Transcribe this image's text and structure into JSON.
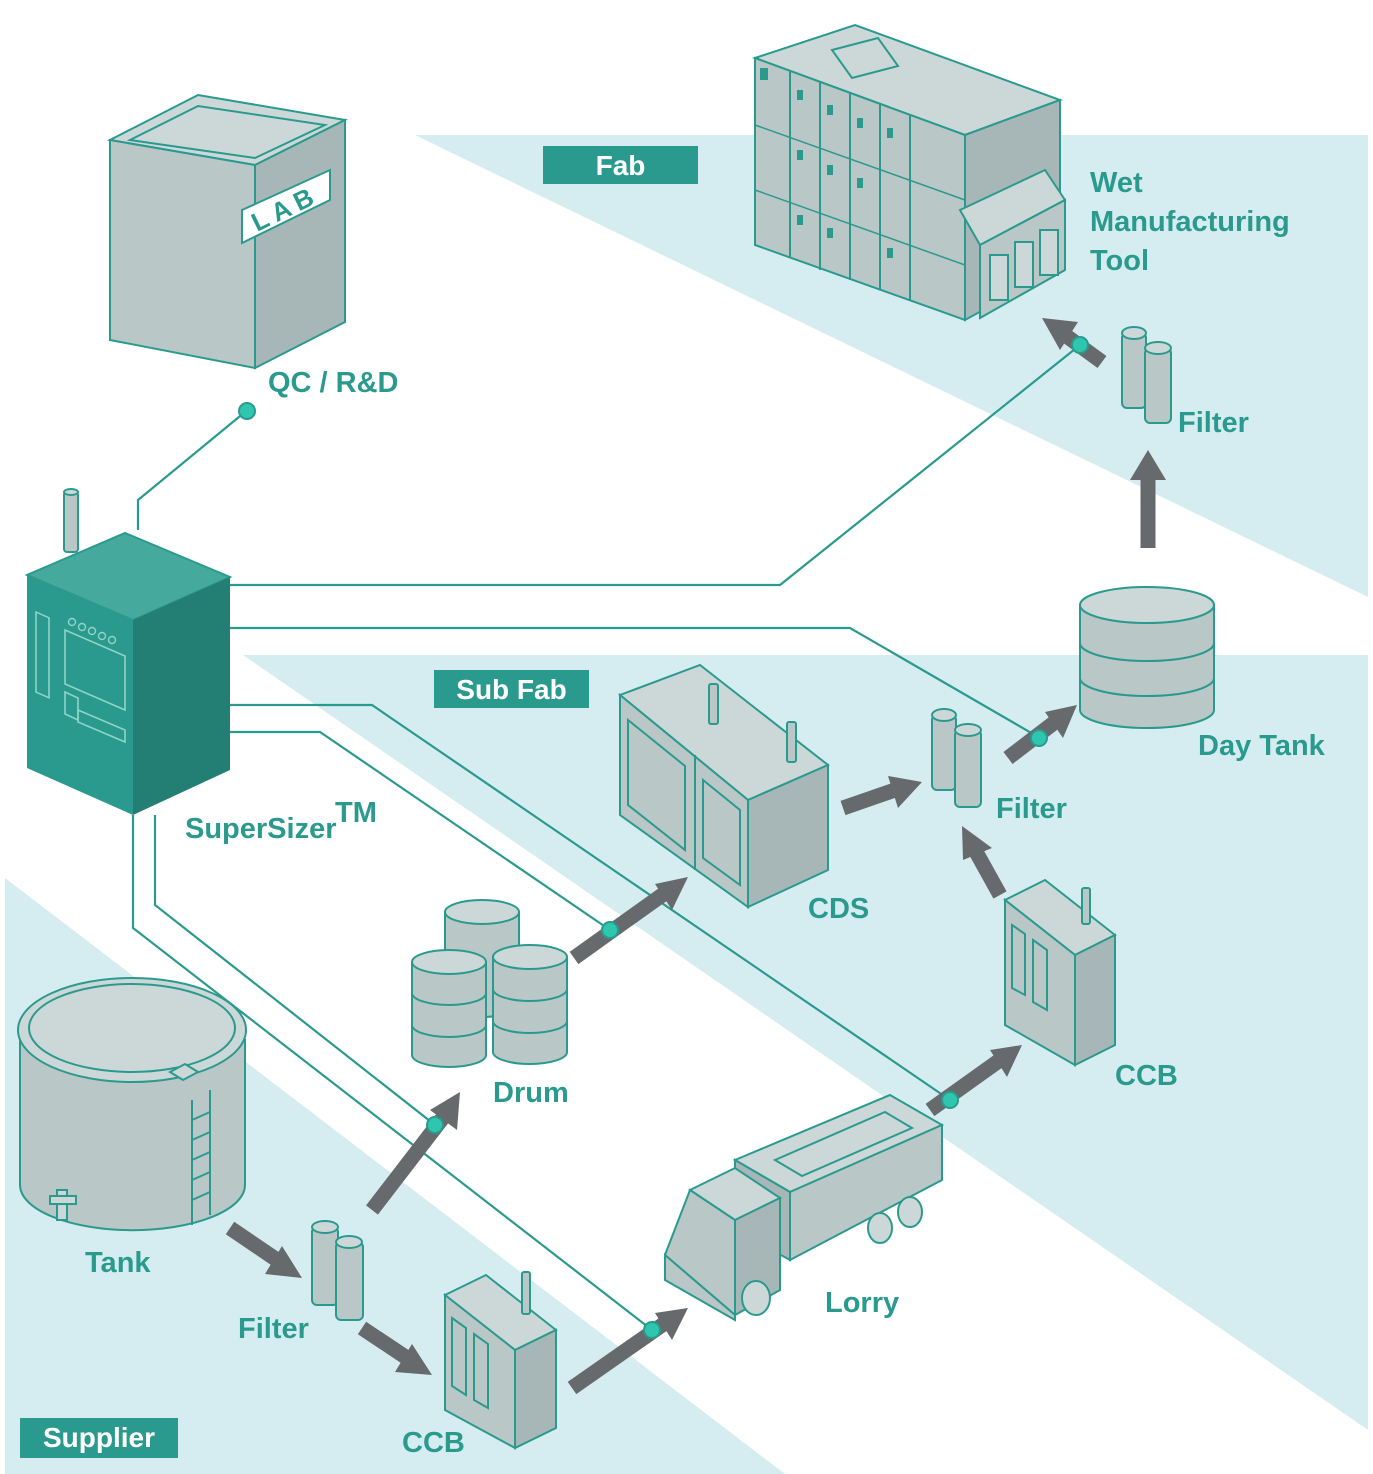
{
  "zones": {
    "fab": "Fab",
    "sub_fab": "Sub Fab",
    "supplier": "Supplier"
  },
  "labels": {
    "wet_tool": [
      "Wet",
      "Manufacturing",
      "Tool"
    ],
    "qc": "QC / R&D",
    "lab_sign": "LAB",
    "filter_fab": "Filter",
    "day_tank": "Day Tank",
    "filter_subfab": "Filter",
    "supersizer": "SuperSizer",
    "supersizer_tm": "TM",
    "cds": "CDS",
    "ccb_subfab": "CCB",
    "drum": "Drum",
    "tank": "Tank",
    "filter_supplier": "Filter",
    "ccb_supplier": "CCB",
    "lorry": "Lorry"
  },
  "colors": {
    "teal": "#2b9a8e",
    "zone_bg": "#d5edf0",
    "arrow": "#676a6c",
    "equipment": "#b9c7c7"
  }
}
